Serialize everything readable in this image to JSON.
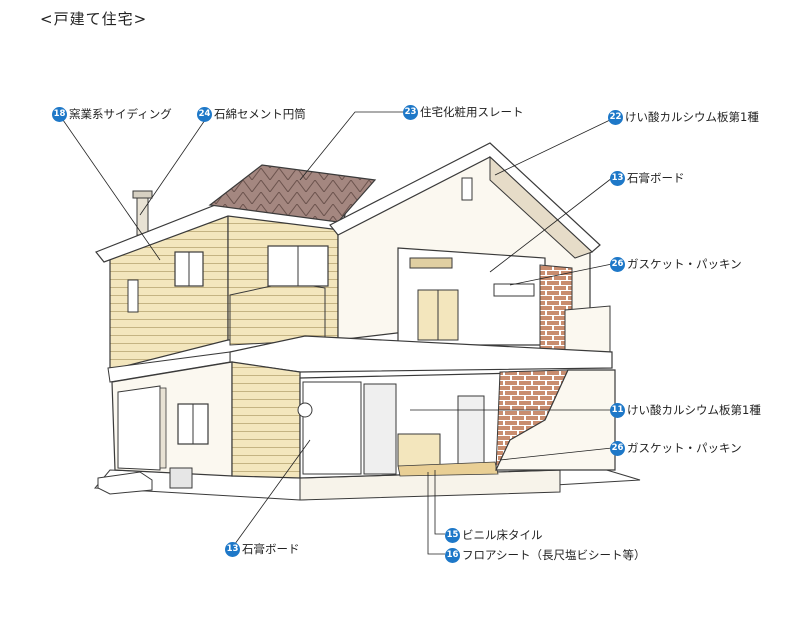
{
  "title": "<戸建て住宅>",
  "callouts": [
    {
      "num": "18",
      "label": "窯業系サイディング"
    },
    {
      "num": "24",
      "label": "石綿セメント円筒"
    },
    {
      "num": "23",
      "label": "住宅化粧用スレート"
    },
    {
      "num": "22",
      "label": "けい酸カルシウム板第1種"
    },
    {
      "num": "13",
      "label": "石膏ボード"
    },
    {
      "num": "26",
      "label": "ガスケット・パッキン"
    },
    {
      "num": "11",
      "label": "けい酸カルシウム板第1種"
    },
    {
      "num": "26",
      "label": "ガスケット・パッキン"
    },
    {
      "num": "13",
      "label": "石膏ボード"
    },
    {
      "num": "15",
      "label": "ビニル床タイル"
    },
    {
      "num": "16",
      "label": "フロアシート（長尺塩ビシート等）"
    }
  ],
  "colors": {
    "badge": "#1e78c8",
    "siding": "#f3e6bd",
    "roof": "#9a7d76",
    "wall": "#fbf8f0",
    "outline": "#3a3a3a"
  }
}
